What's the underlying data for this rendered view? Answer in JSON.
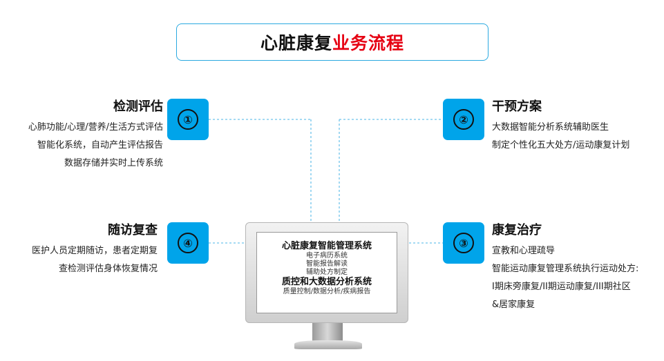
{
  "title": {
    "black": "心脏康复",
    "red": "业务流程"
  },
  "colors": {
    "accent": "#00a4ea",
    "title_border": "#29a9e0",
    "title_red": "#e60012"
  },
  "blocks": {
    "b1": {
      "num": "①",
      "head": "检测评估",
      "lines": [
        "心肺功能/心理/营养/生活方式评估",
        "智能化系统，自动产生评估报告",
        "数据存储并实时上传系统"
      ]
    },
    "b2": {
      "num": "②",
      "head": "干预方案",
      "lines": [
        "大数据智能分析系统辅助医生",
        "制定个性化五大处方/运动康复计划"
      ]
    },
    "b3": {
      "num": "③",
      "head": "康复治疗",
      "lines": [
        "宣教和心理疏导",
        "智能运动康复管理系统执行运动处方:",
        "I期床旁康复/II期运动康复/III期社区",
        "&居家康复"
      ]
    },
    "b4": {
      "num": "④",
      "head": "随访复查",
      "lines": [
        "医护人员定期随访，患者定期复",
        "查检测评估身体恢复情况"
      ]
    }
  },
  "monitor": {
    "sys1": "心脏康复智能管理系统",
    "sys1_items": [
      "电子病历系统",
      "智能报告解读",
      "辅助处方制定"
    ],
    "sys2": "质控和大数据分析系统",
    "sys2_items": [
      "质量控制/数据分析/疾病报告"
    ]
  }
}
